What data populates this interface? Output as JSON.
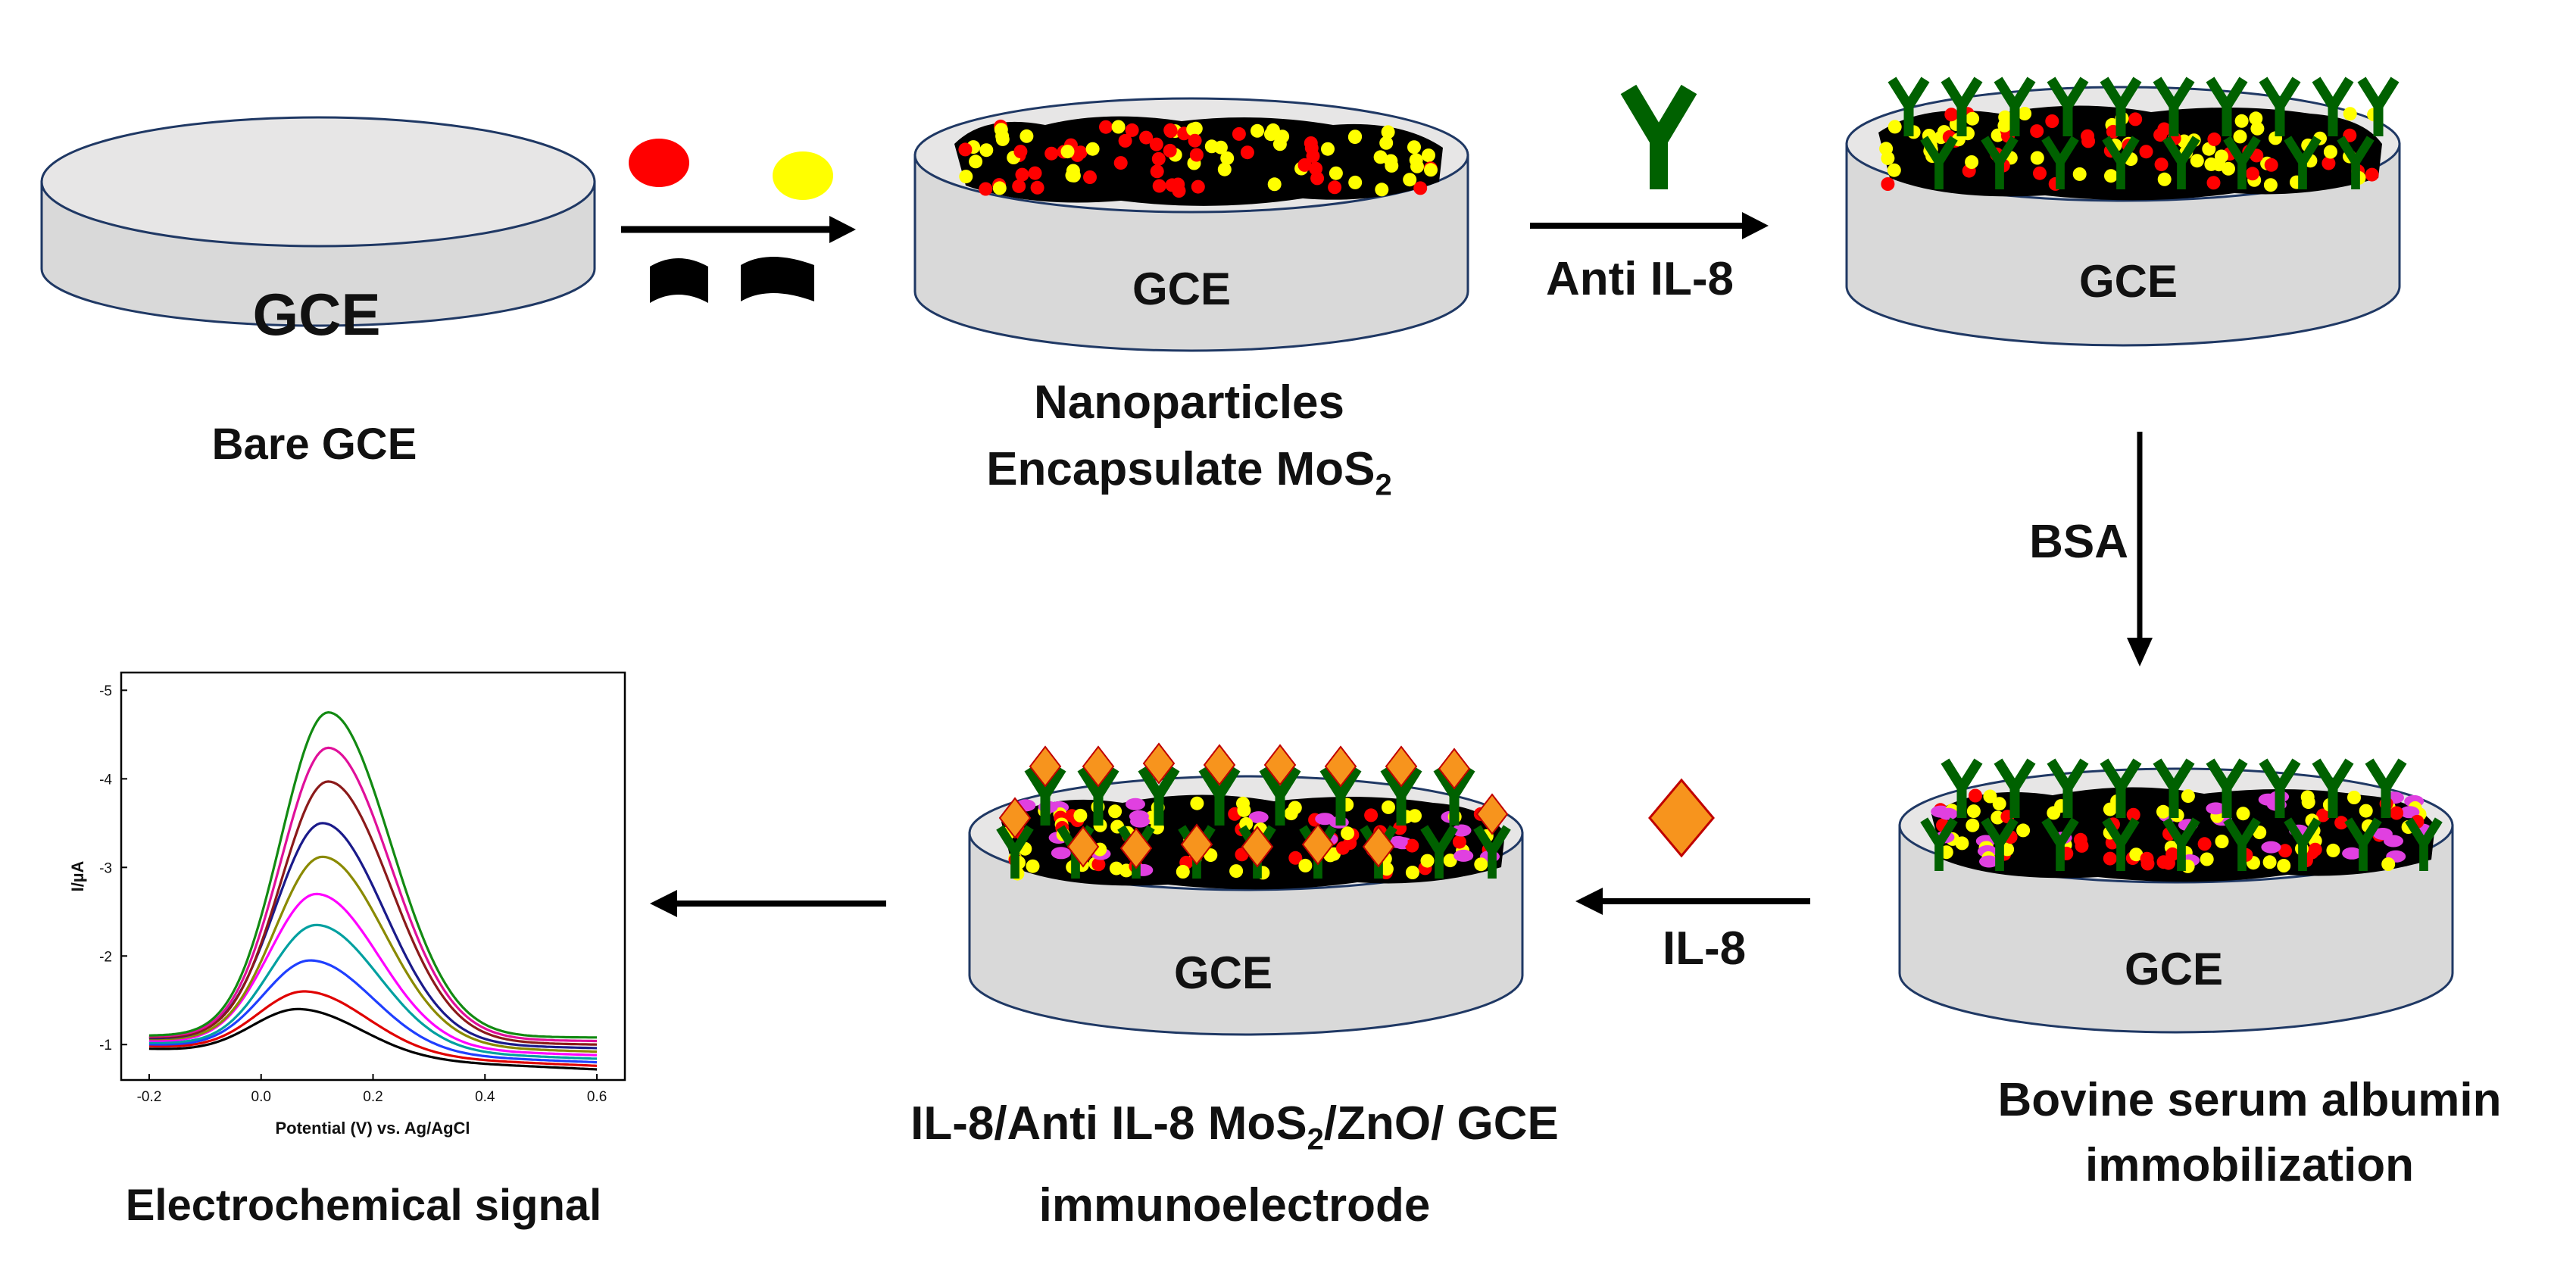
{
  "electrode_text": "GCE",
  "steps": {
    "bare": {
      "caption": "Bare GCE"
    },
    "nano": {
      "caption_line1": "Nanoparticles",
      "caption_line2_pre": "Encapsulate MoS",
      "caption_line2_sub": "2"
    },
    "antibody": {
      "arrow_label": "Anti IL-8"
    },
    "bsa": {
      "arrow_label": "BSA",
      "caption_line1": "Bovine serum albumin",
      "caption_line2": "immobilization"
    },
    "il8": {
      "arrow_label": "IL-8"
    },
    "immuno": {
      "caption_line1_pre": "IL-8/Anti IL-8 MoS",
      "caption_line1_sub": "2",
      "caption_line1_post": "/ZnO/ GCE",
      "caption_line2": "immunoelectrode"
    },
    "signal": {
      "caption": "Electrochemical signal"
    }
  },
  "colors": {
    "electrode_fill": "#d9d9d9",
    "electrode_stroke": "#1f3864",
    "zno_red": "#ff0000",
    "nanoparticle_yellow": "#ffff00",
    "mos2_black": "#000000",
    "antibody_green": "#006100",
    "bsa_pink": "#e040e0",
    "il8_orange": "#f7941d",
    "il8_stroke": "#c00000"
  },
  "chart_data": {
    "type": "line",
    "xlabel": "Potential (V) vs. Ag/AgCl",
    "ylabel": "I/µA",
    "xlim": [
      -0.25,
      0.65
    ],
    "ylim": [
      -0.6,
      -5.2
    ],
    "xticks": [
      -0.2,
      0.0,
      0.2,
      0.4,
      0.6
    ],
    "xtick_labels": [
      "-0.2",
      "0.0",
      "0.2",
      "0.4",
      "0.6"
    ],
    "yticks": [
      -1,
      -2,
      -3,
      -4,
      -5
    ],
    "ytick_labels": [
      "-1",
      "-2",
      "-3",
      "-4",
      "-5"
    ],
    "x_range": [
      -0.2,
      0.6
    ],
    "series": [
      {
        "color": "#000000",
        "start": -0.95,
        "end": -0.72,
        "peak": -1.4,
        "peak_x": 0.07
      },
      {
        "color": "#e00000",
        "start": -0.98,
        "end": -0.76,
        "peak": -1.6,
        "peak_x": 0.08
      },
      {
        "color": "#1f3fff",
        "start": -1.0,
        "end": -0.8,
        "peak": -1.95,
        "peak_x": 0.09
      },
      {
        "color": "#00a0a0",
        "start": -1.02,
        "end": -0.84,
        "peak": -2.35,
        "peak_x": 0.1
      },
      {
        "color": "#ff00ff",
        "start": -1.04,
        "end": -0.88,
        "peak": -2.7,
        "peak_x": 0.1
      },
      {
        "color": "#8a8a00",
        "start": -1.06,
        "end": -0.92,
        "peak": -3.12,
        "peak_x": 0.11
      },
      {
        "color": "#1a1a8a",
        "start": -1.07,
        "end": -0.96,
        "peak": -3.5,
        "peak_x": 0.11
      },
      {
        "color": "#8b1a1a",
        "start": -1.08,
        "end": -1.0,
        "peak": -3.97,
        "peak_x": 0.12
      },
      {
        "color": "#e0109a",
        "start": -1.09,
        "end": -1.04,
        "peak": -4.35,
        "peak_x": 0.12
      },
      {
        "color": "#128a12",
        "start": -1.1,
        "end": -1.08,
        "peak": -4.75,
        "peak_x": 0.12
      }
    ]
  }
}
